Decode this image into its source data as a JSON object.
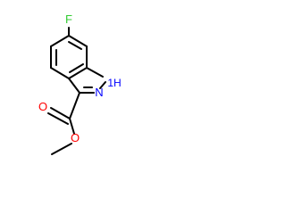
{
  "molecule": {
    "atoms": {
      "fluorine": {
        "label": "F",
        "color": "#33cc33"
      },
      "ring_nh": {
        "label": "1H",
        "color": "#0000ff"
      },
      "ring_n": {
        "label": "N",
        "color": "#0000ff"
      },
      "carbonyl_o": {
        "label": "O",
        "color": "#ff0000"
      },
      "ester_o": {
        "label": "O",
        "color": "#ff0000"
      }
    }
  }
}
